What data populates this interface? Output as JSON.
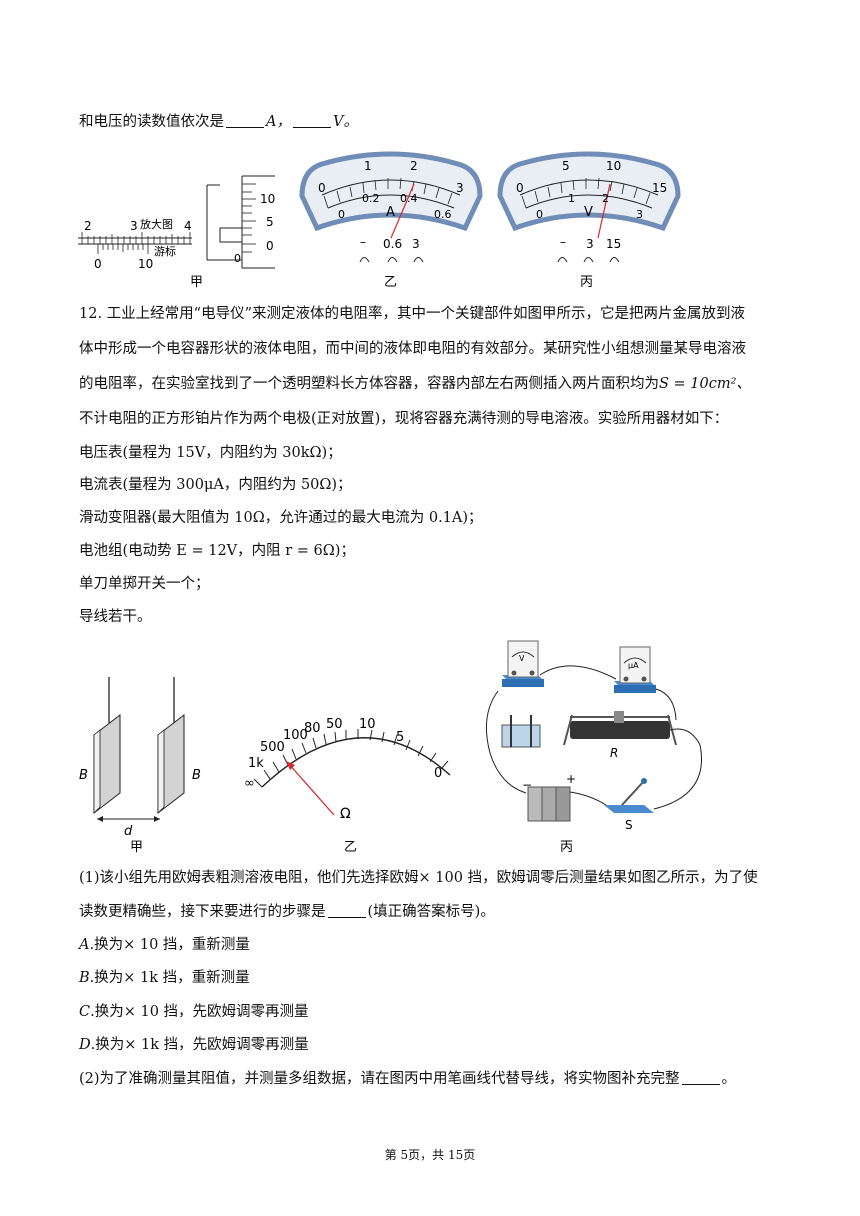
{
  "q11": {
    "tail_pre": "和电压的读数值依次是",
    "tail_unit1": "A，",
    "tail_unit2": "V。"
  },
  "fig11": {
    "vernier": {
      "main_ticks": [
        "2",
        "3",
        "4"
      ],
      "vernier_ticks": [
        "0",
        "10"
      ],
      "label_zoom": "放大图",
      "label_vernier": "游标",
      "caption": "甲"
    },
    "micrometer": {
      "ticks": [
        "10",
        "5",
        "0"
      ],
      "zero": "0"
    },
    "ammeter": {
      "top_scale": [
        "0",
        "1",
        "2",
        "3"
      ],
      "bottom_scale": [
        "0",
        "0.2",
        "0.4",
        "0.6"
      ],
      "unit": "A",
      "terminals": [
        "–",
        "0.6",
        "3"
      ],
      "caption": "乙"
    },
    "voltmeter": {
      "top_scale": [
        "0",
        "5",
        "10",
        "15"
      ],
      "bottom_scale": [
        "0",
        "1",
        "2",
        "3"
      ],
      "unit": "V",
      "terminals": [
        "–",
        "3",
        "15"
      ],
      "caption": "丙"
    }
  },
  "q12": {
    "l1": "12. 工业上经常用“电导仪”来测定液体的电阻率，其中一个关键部件如图甲所示，它是把两片金属放到液",
    "l2": "体中形成一个电容器形状的液体电阻，而中间的液体即电阻的有效部分。某研究性小组想测量某导电溶液",
    "l3a": "的电阻率，在实验室找到了一个透明塑料长方体容器，容器内部左右两侧插入两片面积均为",
    "l3b": "S = 10cm²、",
    "l4": "不计电阻的正方形铂片作为两个电极(正对放置)，现将容器充满待测的导电溶液。实验所用器材如下：",
    "equipment": [
      "电压表(量程为 15V，内阻约为 30kΩ)；",
      "电流表(量程为 300μA，内阻约为 50Ω)；",
      "滑动变阻器(最大阻值为 10Ω，允许通过的最大电流为 0.1A)；",
      "电池组(电动势 E = 12V，内阻 r = 6Ω)；",
      "单刀单掷开关一个；",
      "导线若干。"
    ]
  },
  "fig12": {
    "plates": {
      "label_b": "B",
      "label_d": "d",
      "caption": "甲"
    },
    "ohmmeter": {
      "scale": [
        "∞",
        "1k",
        "500",
        "100",
        "80",
        "50",
        "10",
        "5",
        "0"
      ],
      "unit": "Ω",
      "caption": "乙"
    },
    "circuit": {
      "voltmeter_label": "V",
      "ammeter_label": "μA",
      "rheostat_label": "R",
      "switch_label": "S",
      "battery_minus": "−",
      "battery_plus": "+",
      "caption": "丙"
    }
  },
  "sub1": {
    "l1": "(1)该小组先用欧姆表粗测溶液电阻，他们先选择欧姆× 100 挡，欧姆调零后测量结果如图乙所示，为了使",
    "l2a": "读数更精确些，接下来要进行的步骤是",
    "l2b": "(填正确答案标号)。",
    "options": [
      {
        "key": "A",
        "text": ".换为× 10 挡，重新测量"
      },
      {
        "key": "B",
        "text": ".换为× 1k 挡，重新测量"
      },
      {
        "key": "C",
        "text": ".换为× 10 挡，先欧姆调零再测量"
      },
      {
        "key": "D",
        "text": ".换为× 1k 挡，先欧姆调零再测量"
      }
    ]
  },
  "sub2": {
    "text": "(2)为了准确测量其阻值，并测量多组数据，请在图丙中用笔画线代替导线，将实物图补充完整",
    "end": "。"
  },
  "footer": "第 5页，共 15页"
}
